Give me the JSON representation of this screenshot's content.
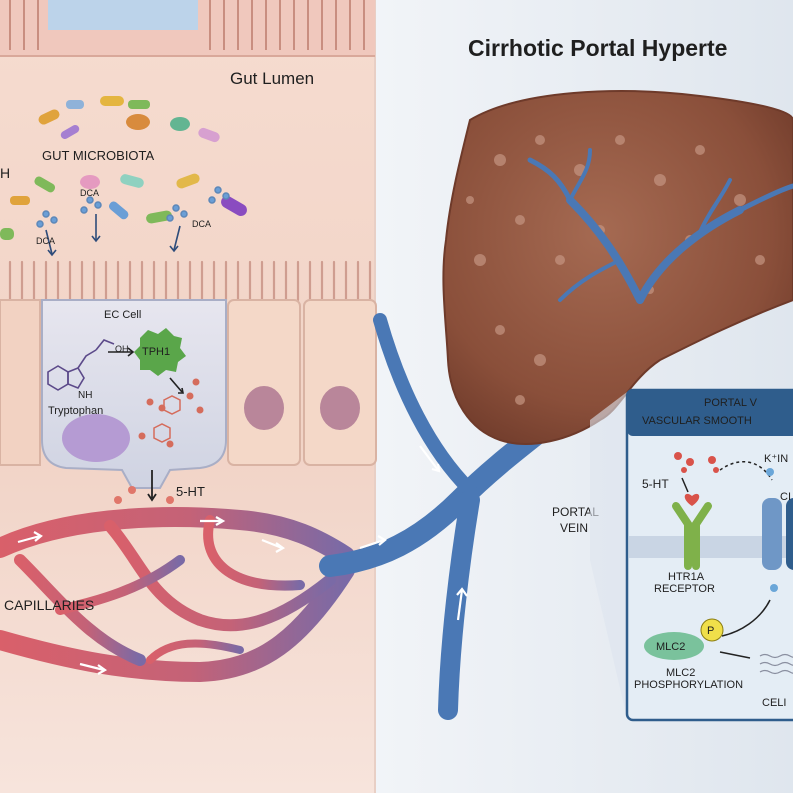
{
  "title": "Cirrhotic Portal Hyperte",
  "gut": {
    "lumen_label": "Gut Lumen",
    "microbiota_label": "GUT MICROBIOTA",
    "left_edge_fragment": "H",
    "dca_label": "DCA",
    "ec_cell_label": "EC Cell",
    "tph1_label": "TPH1",
    "oh_label": "OH",
    "nh_label": "NH",
    "tryptophan_label": "Tryptophan",
    "serotonin_label": "5-HT",
    "capillaries_label": "CAPILLARIES"
  },
  "portal_vein_label_line1": "PORTAL",
  "portal_vein_label_line2": "VEIN",
  "inset": {
    "header_line1": "PORTAL V",
    "header_line2": "VASCULAR SMOOTH",
    "serotonin_label": "5-HT",
    "k_label_line1": "K⁺IN",
    "k_label_line2": "CI",
    "receptor_line1": "HTR1A",
    "receptor_line2": "RECEPTOR",
    "mlc2_label": "MLC2",
    "p_label": "P",
    "phos_line1": "MLC2",
    "phos_line2": "PHOSPHORYLATION",
    "cell_label": "CELI"
  },
  "colors": {
    "gut_background": "#f3d9cf",
    "vein_blue": "#4a78b5",
    "capillary_red": "#d2626a",
    "liver_brown": "#8a4f3a",
    "tph1_green": "#5aa64a",
    "inset_background": "#e4edf5"
  }
}
